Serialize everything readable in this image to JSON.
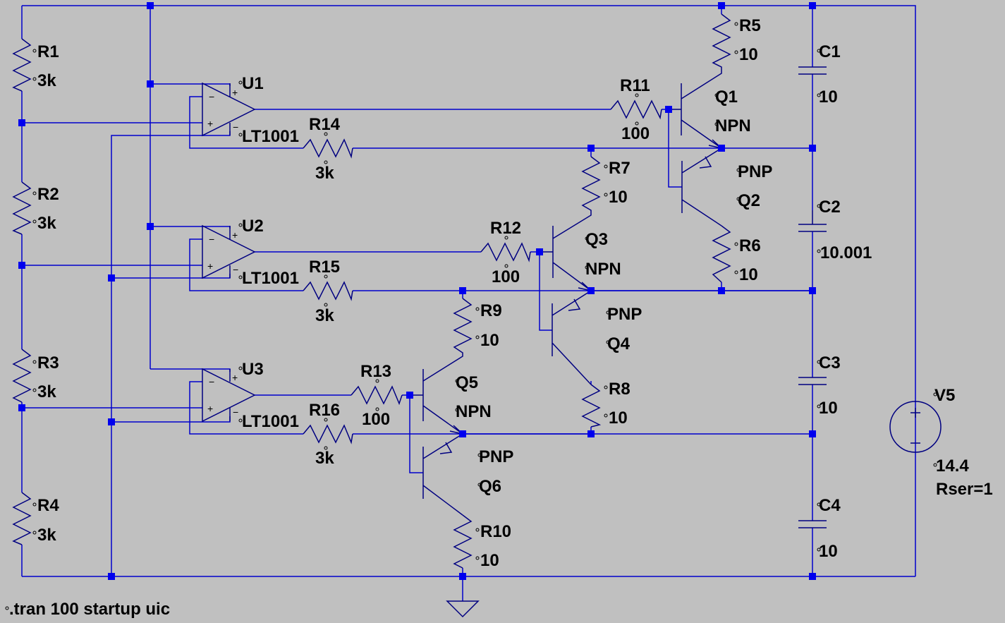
{
  "colors": {
    "background": "#c0c0c0",
    "wire": "#0000cc",
    "component": "#000080",
    "junction": "#0000ee",
    "text": "#000000"
  },
  "resistors": [
    {
      "name": "R1",
      "value": "3k"
    },
    {
      "name": "R2",
      "value": "3k"
    },
    {
      "name": "R3",
      "value": "3k"
    },
    {
      "name": "R4",
      "value": "3k"
    },
    {
      "name": "R5",
      "value": "10"
    },
    {
      "name": "R6",
      "value": "10"
    },
    {
      "name": "R7",
      "value": "10"
    },
    {
      "name": "R8",
      "value": "10"
    },
    {
      "name": "R9",
      "value": "10"
    },
    {
      "name": "R10",
      "value": "10"
    },
    {
      "name": "R11",
      "value": "100"
    },
    {
      "name": "R12",
      "value": "100"
    },
    {
      "name": "R13",
      "value": "100"
    },
    {
      "name": "R14",
      "value": "3k"
    },
    {
      "name": "R15",
      "value": "3k"
    },
    {
      "name": "R16",
      "value": "3k"
    }
  ],
  "capacitors": [
    {
      "name": "C1",
      "value": "10"
    },
    {
      "name": "C2",
      "value": "10.001"
    },
    {
      "name": "C3",
      "value": "10"
    },
    {
      "name": "C4",
      "value": "10"
    }
  ],
  "opamps": [
    {
      "name": "U1",
      "model": "LT1001"
    },
    {
      "name": "U2",
      "model": "LT1001"
    },
    {
      "name": "U3",
      "model": "LT1001"
    }
  ],
  "transistors": [
    {
      "name": "Q1",
      "type": "NPN"
    },
    {
      "name": "Q2",
      "type": "PNP"
    },
    {
      "name": "Q3",
      "type": "NPN"
    },
    {
      "name": "Q4",
      "type": "PNP"
    },
    {
      "name": "Q5",
      "type": "NPN"
    },
    {
      "name": "Q6",
      "type": "PNP"
    }
  ],
  "source": {
    "name": "V5",
    "value": "14.4",
    "param": "Rser=1"
  },
  "directive": ".tran 100 startup uic",
  "opamp_symbols": {
    "plus": "+",
    "minus": "−"
  }
}
